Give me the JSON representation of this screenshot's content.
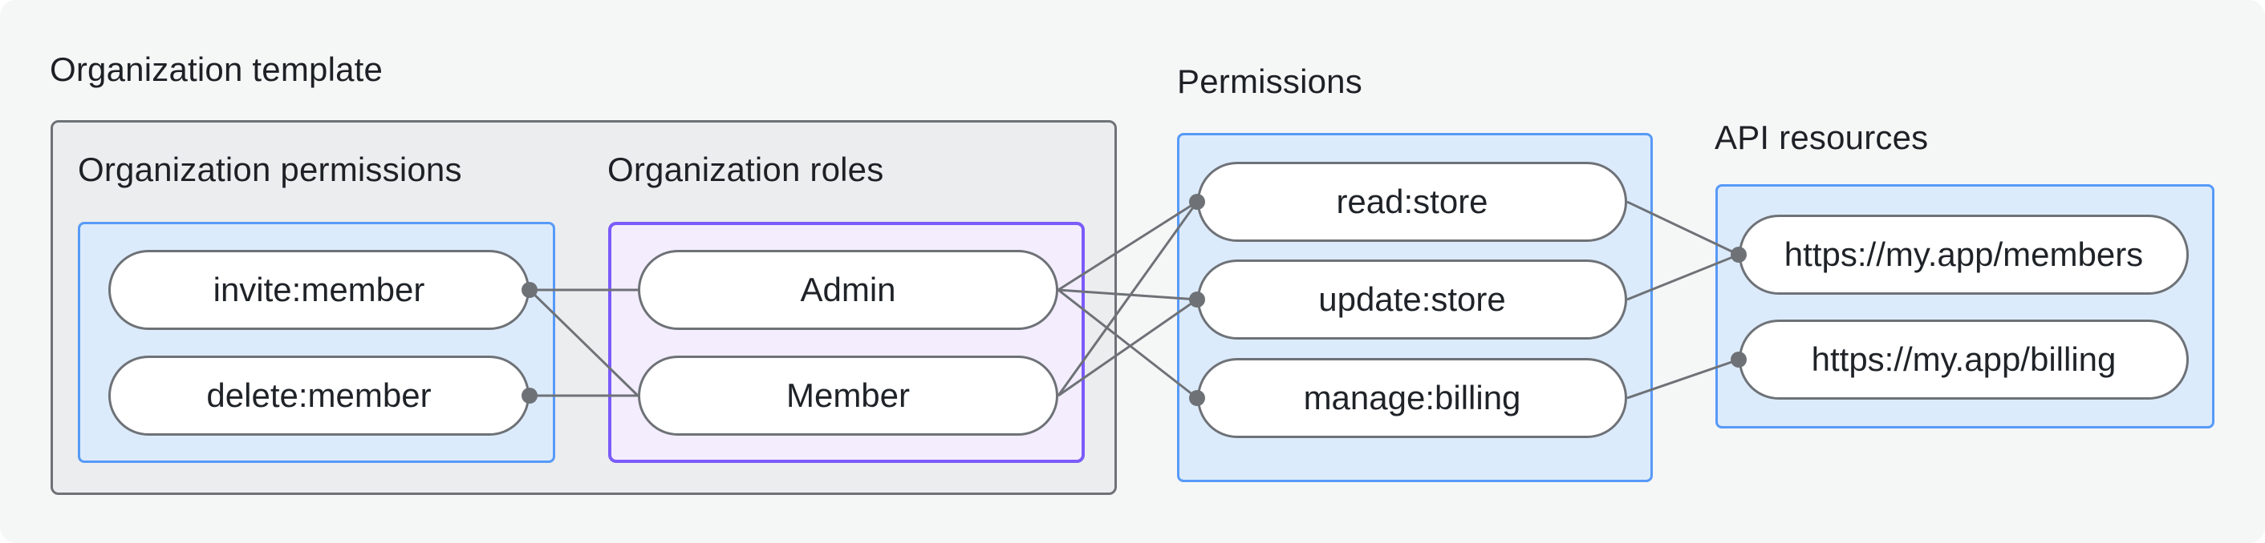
{
  "canvas": {
    "background": "#F5F6F6"
  },
  "colors": {
    "container_gray_fill": "#ECEDEE",
    "container_gray_border": "#6E7277",
    "blue_fill": "#DCEBFC",
    "blue_border": "#579AF8",
    "purple_fill": "#F3EDFD",
    "purple_border": "#7B5BF9",
    "connector_gray": "#6E7277",
    "text": "#1D2126"
  },
  "diagram": {
    "org_template": {
      "label": "Organization template"
    },
    "groups": [
      {
        "id": "org_permissions",
        "label": "Organization permissions",
        "theme": "blue",
        "nodes": [
          {
            "id": "invite",
            "label": "invite:member"
          },
          {
            "id": "delete",
            "label": "delete:member"
          }
        ]
      },
      {
        "id": "org_roles",
        "label": "Organization roles",
        "theme": "purple",
        "nodes": [
          {
            "id": "admin",
            "label": "Admin"
          },
          {
            "id": "member",
            "label": "Member"
          }
        ]
      },
      {
        "id": "permissions",
        "label": "Permissions",
        "theme": "blue",
        "nodes": [
          {
            "id": "read",
            "label": "read:store"
          },
          {
            "id": "update",
            "label": "update:store"
          },
          {
            "id": "manage",
            "label": "manage:billing"
          }
        ]
      },
      {
        "id": "api_resources",
        "label": "API resources",
        "theme": "blue",
        "nodes": [
          {
            "id": "members",
            "label": "https://my.app/members"
          },
          {
            "id": "billing",
            "label": "https://my.app/billing"
          }
        ]
      }
    ],
    "edges": [
      {
        "from": "invite",
        "to": "admin"
      },
      {
        "from": "invite",
        "to": "member"
      },
      {
        "from": "delete",
        "to": "member"
      },
      {
        "from": "admin",
        "to": "read"
      },
      {
        "from": "admin",
        "to": "update"
      },
      {
        "from": "admin",
        "to": "manage"
      },
      {
        "from": "member",
        "to": "read"
      },
      {
        "from": "member",
        "to": "update"
      },
      {
        "from": "read",
        "to": "members"
      },
      {
        "from": "update",
        "to": "members"
      },
      {
        "from": "manage",
        "to": "billing"
      }
    ]
  }
}
